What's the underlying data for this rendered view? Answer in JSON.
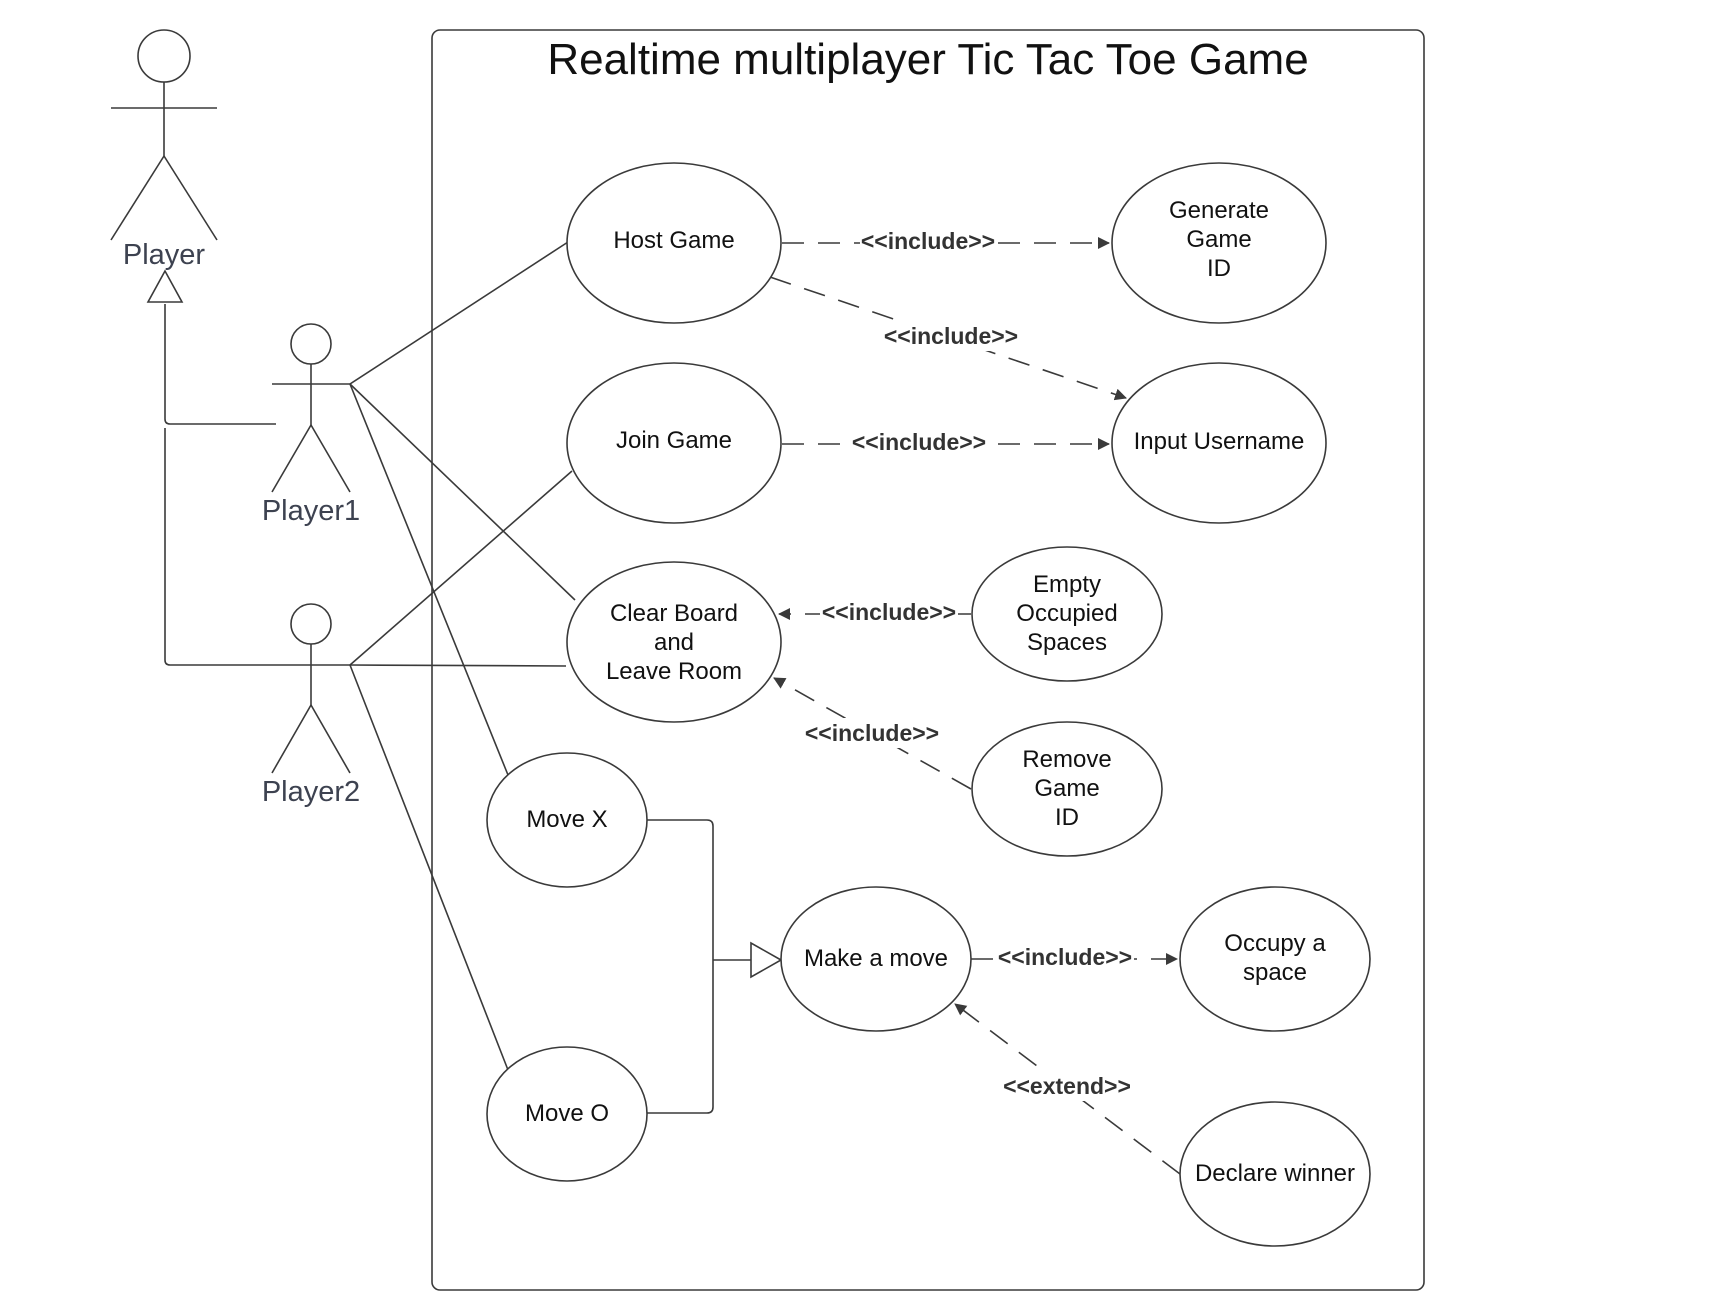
{
  "diagram": {
    "title": "Realtime multiplayer Tic Tac Toe Game",
    "actors": {
      "player": "Player",
      "player1": "Player1",
      "player2": "Player2"
    },
    "use_cases": {
      "host_game": [
        "Host Game"
      ],
      "join_game": [
        "Join Game"
      ],
      "clear_board": [
        "Clear Board",
        "and",
        "Leave Room"
      ],
      "move_x": [
        "Move X"
      ],
      "move_o": [
        "Move O"
      ],
      "make_move": [
        "Make a move"
      ],
      "generate_id": [
        "Generate",
        "Game",
        "ID"
      ],
      "input_username": [
        "Input Username"
      ],
      "empty_spaces": [
        "Empty",
        "Occupied",
        "Spaces"
      ],
      "remove_id": [
        "Remove",
        "Game",
        "ID"
      ],
      "occupy_space": [
        "Occupy a",
        "space"
      ],
      "declare_winner": [
        "Declare winner"
      ]
    },
    "relations": {
      "host_generate": "<<include>>",
      "host_username": "<<include>>",
      "join_username": "<<include>>",
      "empty_clear": "<<include>>",
      "remove_clear": "<<include>>",
      "move_occupy": "<<include>>",
      "winner_move": "<<extend>>"
    },
    "colors": {
      "line": "#3a3a3a",
      "actor_text": "#3d4250",
      "background": "#ffffff"
    }
  }
}
